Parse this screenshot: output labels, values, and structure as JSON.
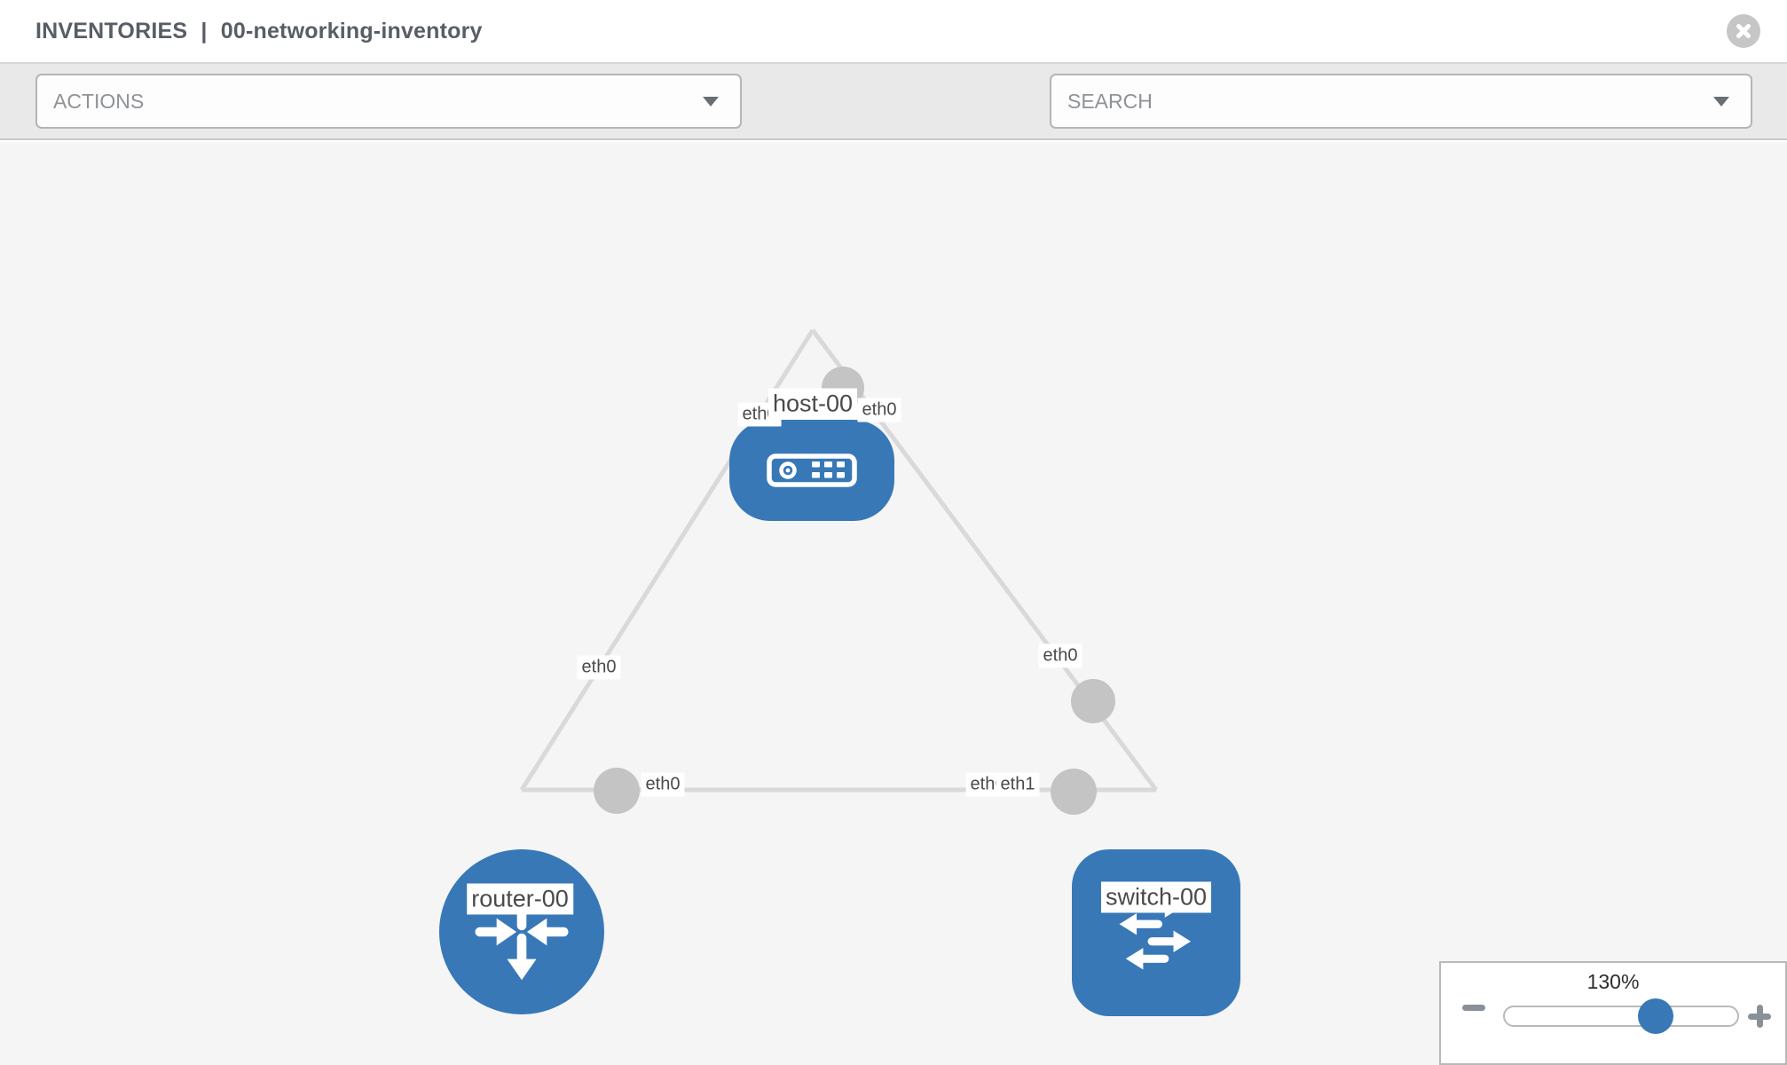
{
  "header": {
    "section": "INVENTORIES",
    "separator": "|",
    "inventory_name": "00-networking-inventory"
  },
  "toolbar": {
    "actions_label": "ACTIONS",
    "search_label": "SEARCH"
  },
  "diagram": {
    "nodes": [
      {
        "id": "host-00",
        "type": "host",
        "label": "host-00"
      },
      {
        "id": "router-00",
        "type": "router",
        "label": "router-00"
      },
      {
        "id": "switch-00",
        "type": "switch",
        "label": "switch-00"
      }
    ],
    "links": [
      {
        "from": "host-00",
        "to": "router-00",
        "from_interface": "eth0",
        "to_interface": "eth0"
      },
      {
        "from": "host-00",
        "to": "switch-00",
        "from_interface": "eth0",
        "to_interface": "eth0"
      },
      {
        "from": "router-00",
        "to": "switch-00",
        "from_interface": "eth0",
        "to_interface": "eth1",
        "to_interface_overlapped": "eth0"
      }
    ]
  },
  "zoom_control": {
    "level": "130%"
  },
  "colors": {
    "node_blue": "#3878b7",
    "link_gray": "#d9d9d9",
    "interface_dot_gray": "#c4c4c4",
    "canvas_bg": "#f5f5f5",
    "toolbar_bg": "#e9e9e9",
    "icon_gray": "#7b818a",
    "title_gray": "#585d66"
  }
}
